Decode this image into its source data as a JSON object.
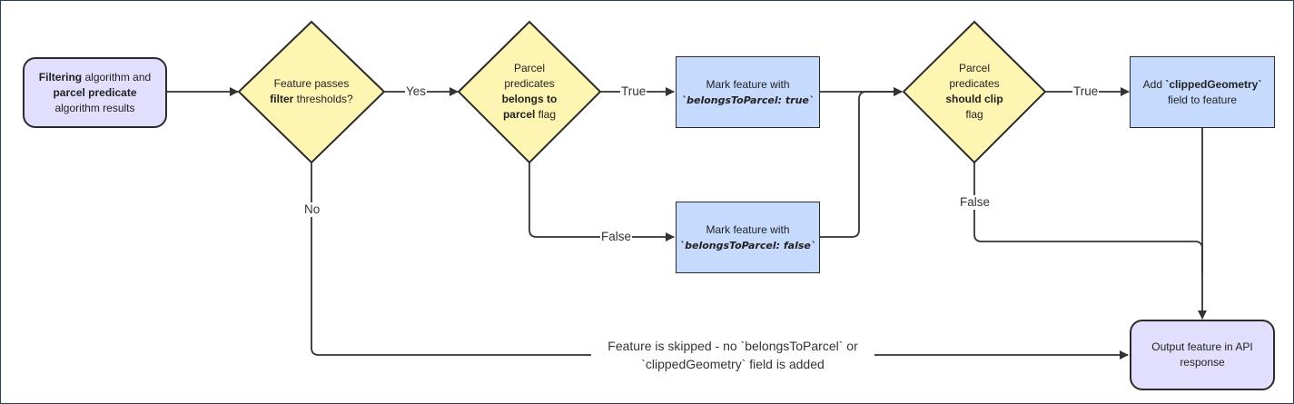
{
  "nodes": {
    "start": {
      "part1": "Filtering",
      "part2": " algorithm and ",
      "part3": "parcel predicate",
      "part4": " algorithm results"
    },
    "filter_decision": {
      "part1": "Feature passes ",
      "part2": "filter",
      "part3": " thresholds?"
    },
    "belongs_decision": {
      "part1": "Parcel predicates ",
      "part2": "belongs to parcel",
      "part3": " flag"
    },
    "mark_true": {
      "line1": "Mark feature with",
      "line2": "`belongsToParcel: true`"
    },
    "mark_false": {
      "line1": "Mark feature with",
      "line2": "`belongsToParcel: false`"
    },
    "clip_decision": {
      "part1": "Parcel predicates ",
      "part2": "should clip",
      "part3": " flag"
    },
    "add_clipped": {
      "part1": "Add ",
      "part2": "`clippedGeometry`",
      "part3": " field to feature"
    },
    "output": {
      "text": "Output feature in API response"
    }
  },
  "edge_labels": {
    "yes": "Yes",
    "no": "No",
    "true1": "True",
    "false1": "False",
    "true2": "True",
    "false2": "False",
    "skipped": "Feature is skipped - no `belongsToParcel` or `clippedGeometry` field is added"
  },
  "colors": {
    "rounded_fill": "#e2defd",
    "rect_fill": "#c6dafe",
    "diamond_fill": "#fff5b3",
    "stroke": "#2b2b2b",
    "border": "#2a3f55"
  }
}
